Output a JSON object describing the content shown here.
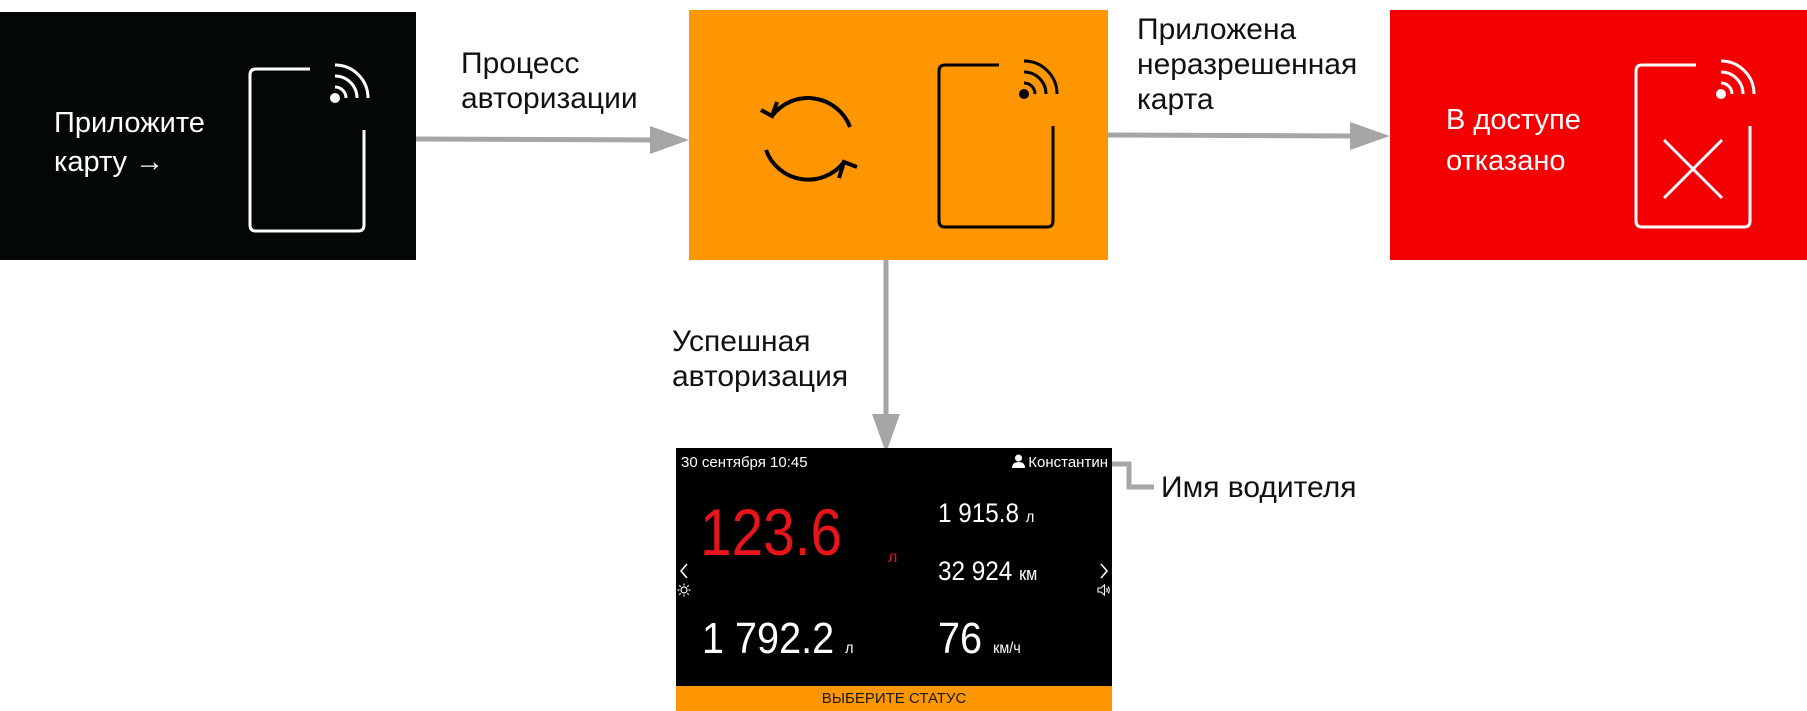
{
  "colors": {
    "idle_panel": "#030708",
    "processing_panel": "#fd9600",
    "denied_panel": "#f40003",
    "arrow": "#a6a6a6",
    "speed_value": "#e7141a",
    "status_bar": "#fd9600"
  },
  "panels": {
    "idle": {
      "line1": "Приложите",
      "line2": "карту →"
    },
    "denied": {
      "line1": "В доступе",
      "line2": "отказано"
    }
  },
  "transitions": {
    "authorization_process": {
      "line1": "Процесс",
      "line2": "авторизации"
    },
    "unauthorized_card": {
      "line1": "Приложена",
      "line2": "неразрешенная",
      "line3": "карта"
    },
    "successful_authorization": {
      "line1": "Успешная",
      "line2": "авторизация"
    }
  },
  "callout": {
    "driver_name": "Имя водителя"
  },
  "display": {
    "datetime": "30 сентября 10:45",
    "driver": "Константин",
    "main_value": "123.6",
    "main_unit": "л",
    "value_2": "1 915.8",
    "unit_2": "л",
    "value_3": "32 924",
    "unit_3": "км",
    "value_4": "1 792.2",
    "unit_4": "л",
    "value_5": "76",
    "unit_5": "км/ч",
    "status_button": "ВЫБЕРИТЕ СТАТУС"
  },
  "icons": [
    "contactless-card-icon",
    "sync-icon",
    "card-denied-icon",
    "user-icon",
    "chevron-left-icon",
    "chevron-right-icon",
    "brightness-icon",
    "volume-icon"
  ]
}
